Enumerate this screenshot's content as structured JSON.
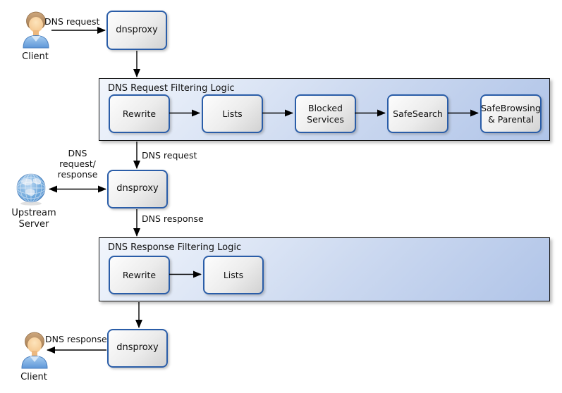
{
  "colors": {
    "node_border": "#2a5da8",
    "node_fill_light": "#fdfdfd",
    "node_fill_dark": "#d2d2d2",
    "container_fill_light": "#f2f6fc",
    "container_fill_dark": "#b0c4e8",
    "arrow": "#000000"
  },
  "nodes": {
    "client_top": {
      "label": "Client"
    },
    "dnsproxy_top": {
      "label": "dnsproxy"
    },
    "dnsproxy_middle": {
      "label": "dnsproxy"
    },
    "dnsproxy_bottom": {
      "label": "dnsproxy"
    },
    "upstream_server": {
      "label": "Upstream\nServer"
    },
    "client_bottom": {
      "label": "Client"
    }
  },
  "containers": {
    "request_filtering": {
      "title": "DNS Request Filtering Logic",
      "steps": [
        {
          "label": "Rewrite"
        },
        {
          "label": "Lists"
        },
        {
          "label": "Blocked\nServices"
        },
        {
          "label": "SafeSearch"
        },
        {
          "label": "SafeBrowsing\n& Parental"
        }
      ]
    },
    "response_filtering": {
      "title": "DNS Response Filtering Logic",
      "steps": [
        {
          "label": "Rewrite"
        },
        {
          "label": "Lists"
        }
      ]
    }
  },
  "edge_labels": {
    "client_request": "DNS request",
    "filtered_request": "DNS request",
    "upstream_exchange": "DNS\nrequest/\nresponse",
    "dns_response": "DNS response",
    "client_response": "DNS response"
  }
}
